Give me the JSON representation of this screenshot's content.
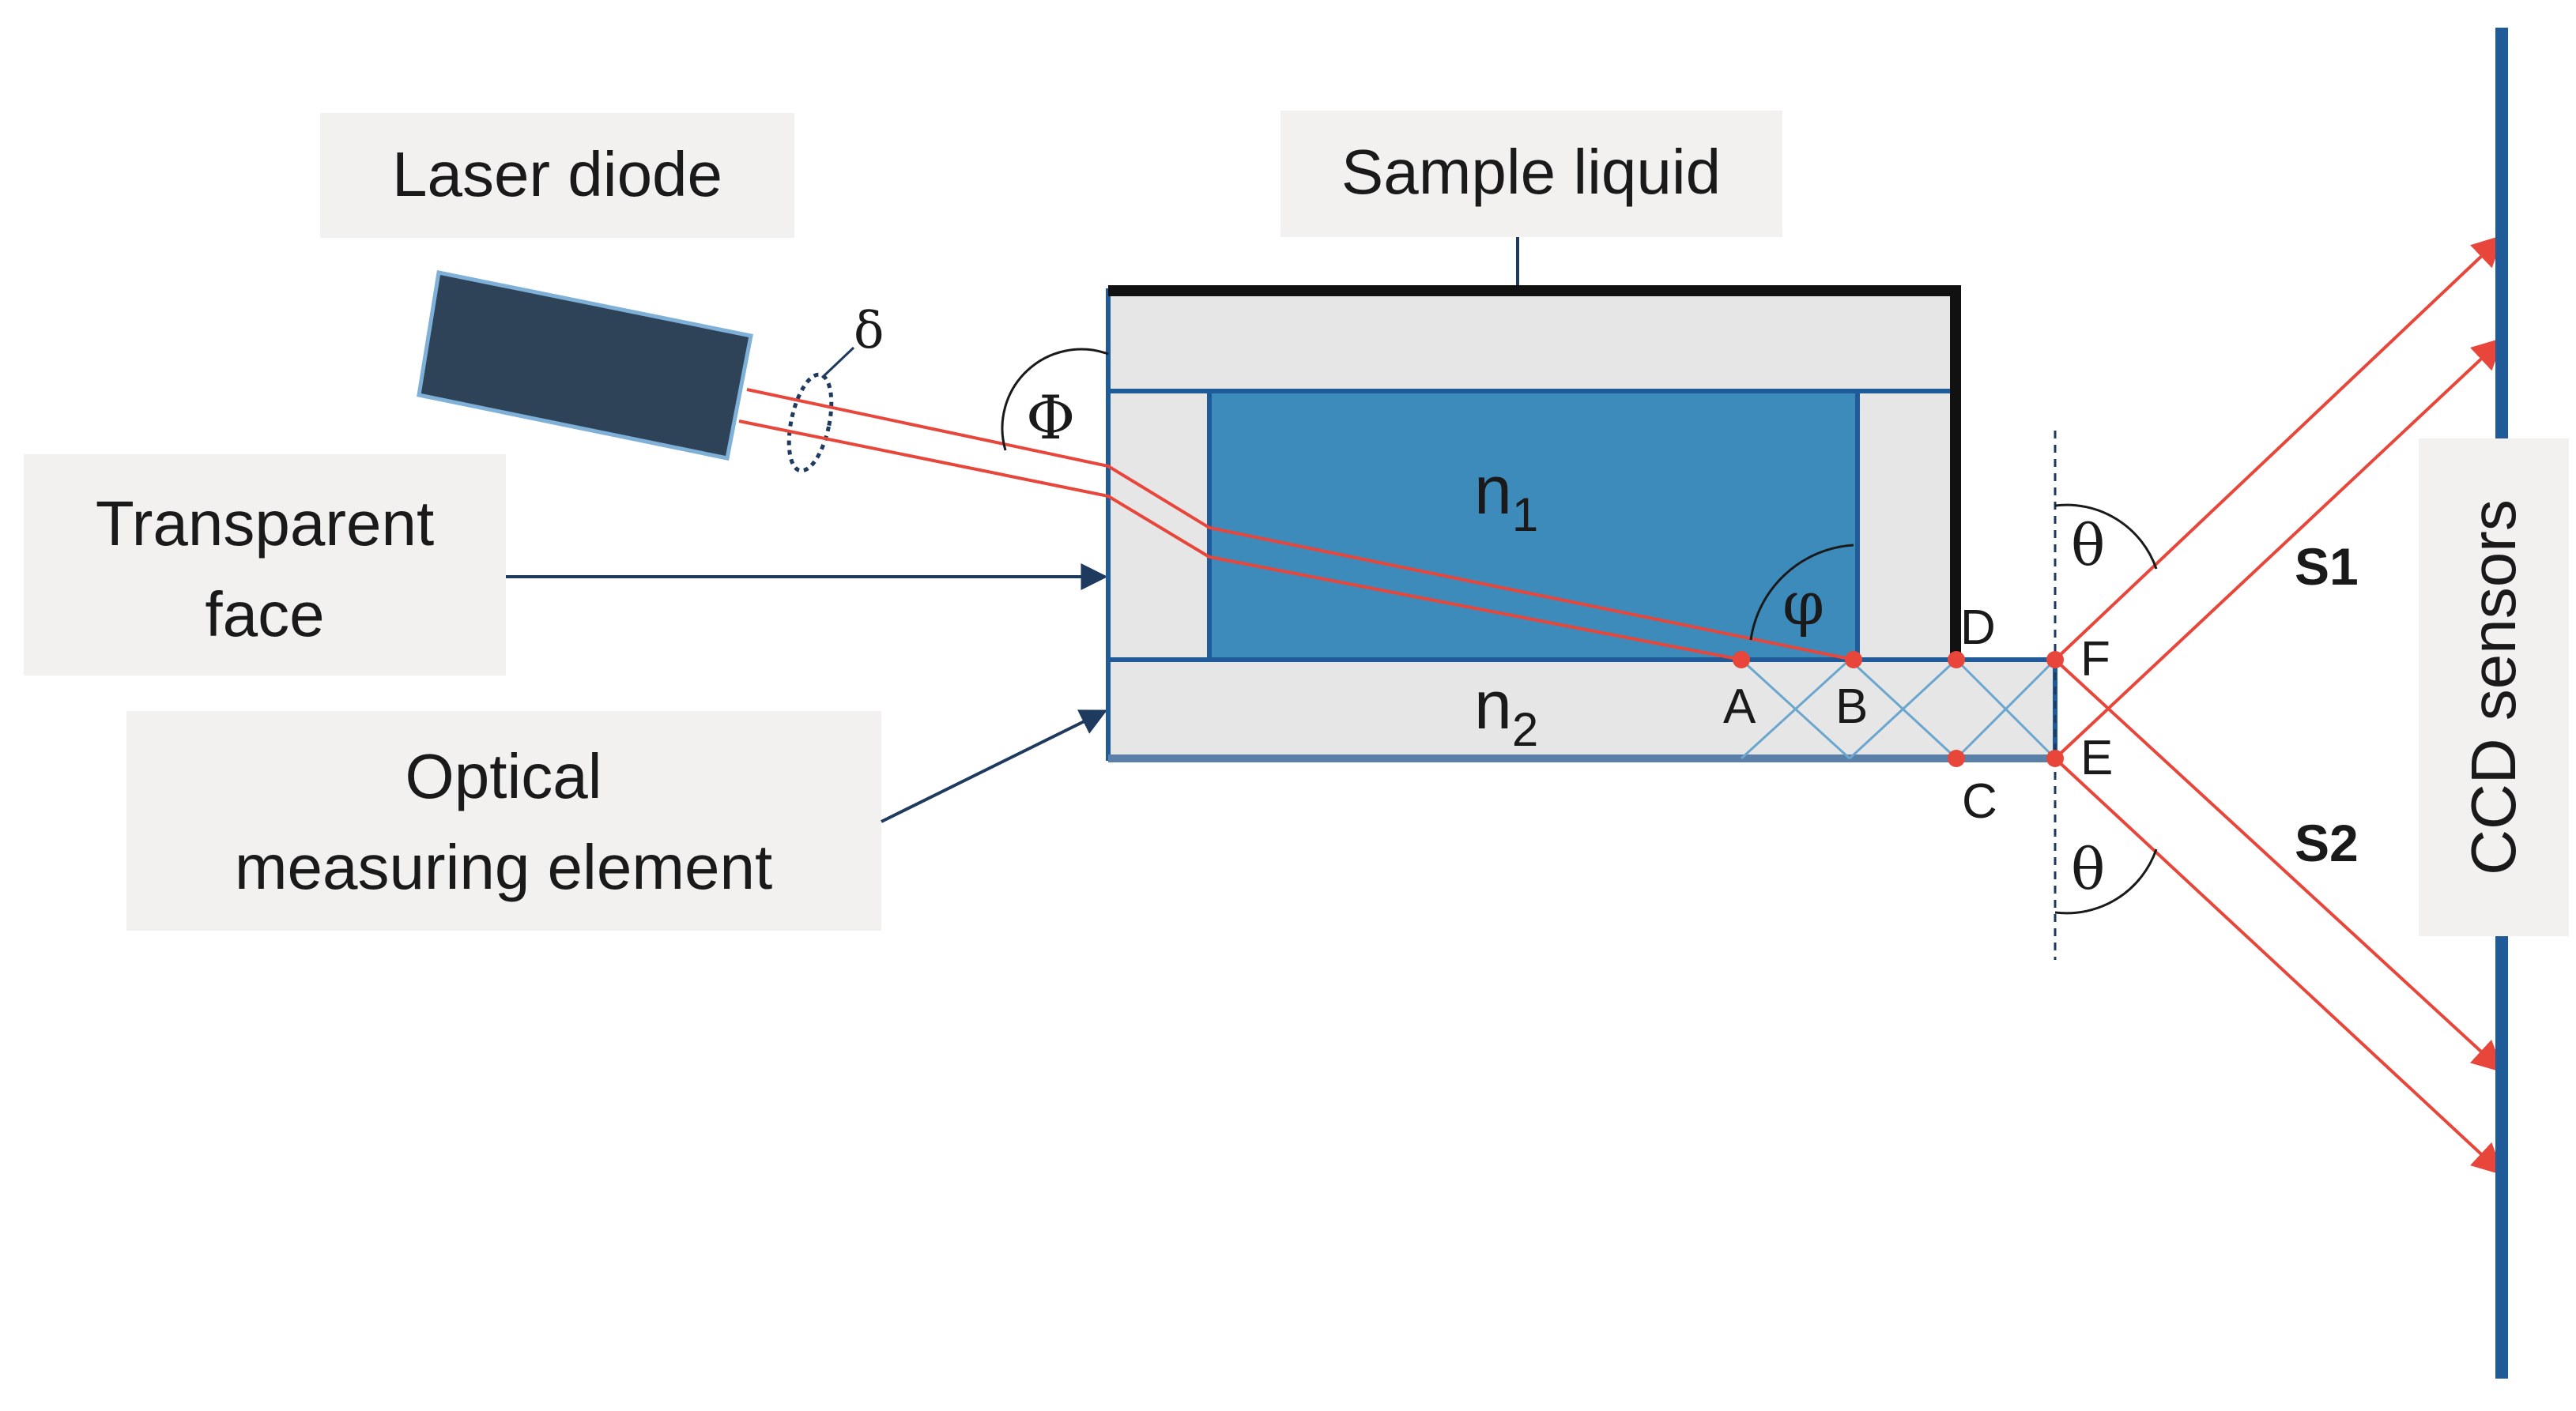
{
  "labels": {
    "laser_diode": "Laser diode",
    "sample_liquid": "Sample liquid",
    "transparent_face_line1": "Transparent",
    "transparent_face_line2": "face",
    "optical_element_line1": "Optical",
    "optical_element_line2": "measuring element",
    "ccd_sensors": "CCD sensors"
  },
  "symbols": {
    "n1_base": "n",
    "n1_sub": "1",
    "n2_base": "n",
    "n2_sub": "2",
    "phi_upper": "Φ",
    "phi_lower": "φ",
    "delta": "δ",
    "theta_top": "θ",
    "theta_bottom": "θ"
  },
  "points": {
    "A": "A",
    "B": "B",
    "C": "C",
    "D": "D",
    "E": "E",
    "F": "F"
  },
  "signals": {
    "s1": "S1",
    "s2": "S2"
  },
  "colors": {
    "laser_body": "#2e4358",
    "laser_border": "#7fb0d8",
    "liquid": "#3d8bbb",
    "element_fill": "#e6e6e6",
    "outline": "#1f5a99",
    "beam": "#e8463a",
    "housing": "#111111",
    "sensor_bar": "#1f5a99",
    "label_box": "#f3f1f0"
  }
}
